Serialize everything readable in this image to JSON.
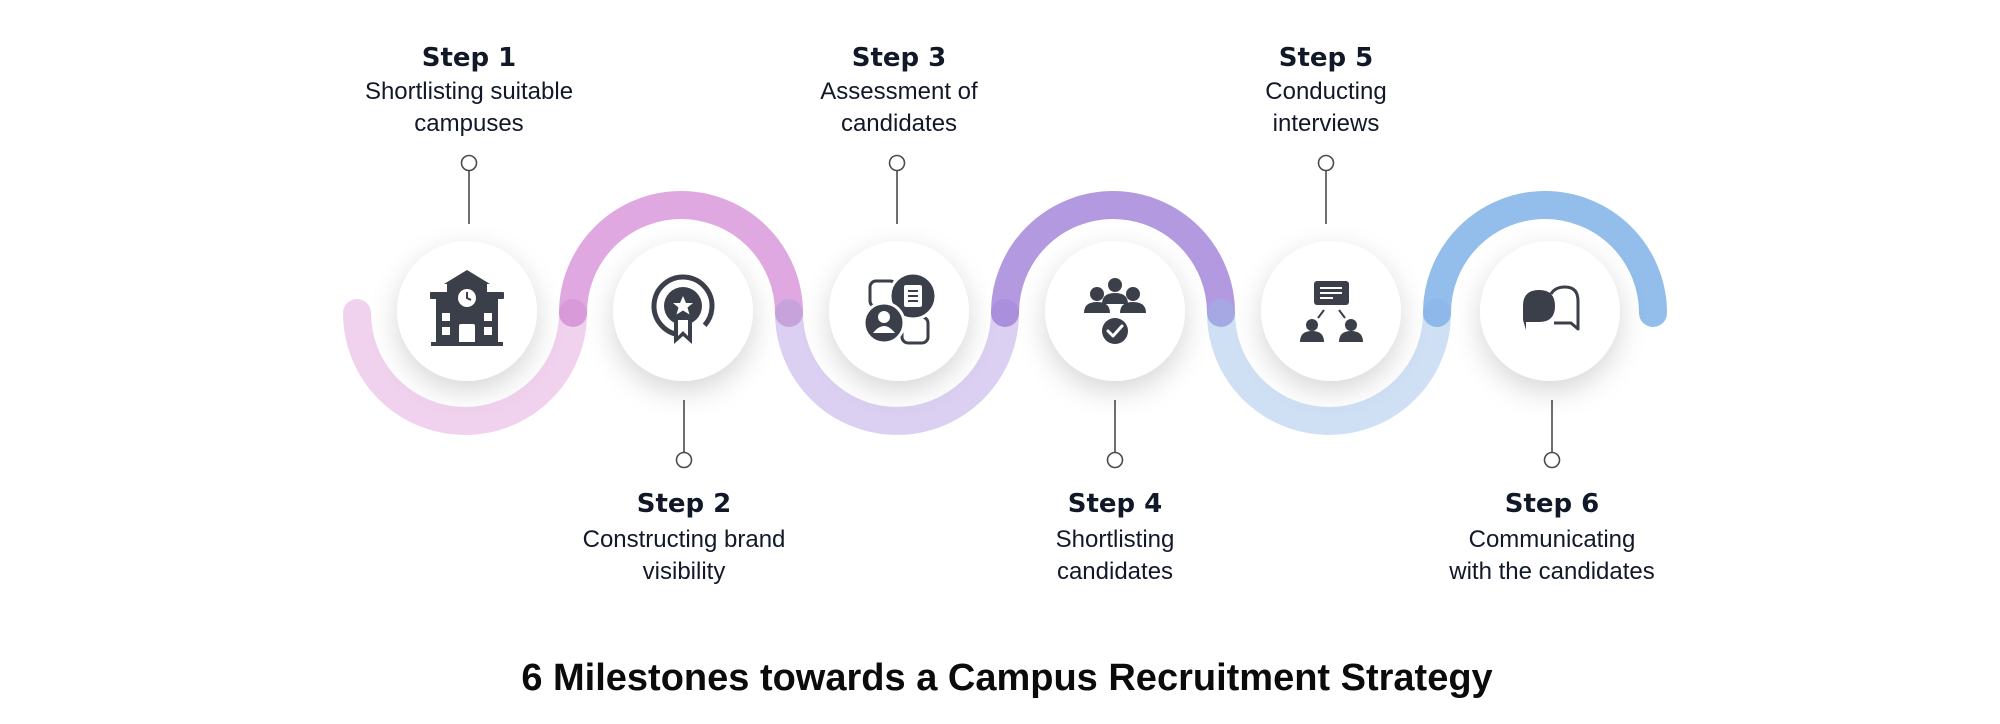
{
  "title": "6 Milestones towards a Campus Recruitment Strategy",
  "colors": {
    "pink": "#e0a8e0",
    "pink_light": "#f0d2ee",
    "purple": "#b39ae0",
    "purple_light": "#dcd0f2",
    "blue": "#93bdea",
    "blue_light": "#cfe0f5",
    "icon": "#3b3f4a",
    "connector": "#4b4b4b"
  },
  "steps": [
    {
      "label": "Step 1",
      "desc_line1": "Shortlisting suitable",
      "desc_line2": "campuses",
      "icon": "school-building-icon"
    },
    {
      "label": "Step 2",
      "desc_line1": "Constructing brand",
      "desc_line2": "visibility",
      "icon": "award-badge-icon"
    },
    {
      "label": "Step 3",
      "desc_line1": "Assessment of",
      "desc_line2": "candidates",
      "icon": "candidate-profile-icon"
    },
    {
      "label": "Step 4",
      "desc_line1": "Shortlisting",
      "desc_line2": "candidates",
      "icon": "group-check-icon"
    },
    {
      "label": "Step 5",
      "desc_line1": "Conducting",
      "desc_line2": "interviews",
      "icon": "interview-board-icon"
    },
    {
      "label": "Step 6",
      "desc_line1": "Communicating",
      "desc_line2": "with the candidates",
      "icon": "chat-bubbles-icon"
    }
  ]
}
